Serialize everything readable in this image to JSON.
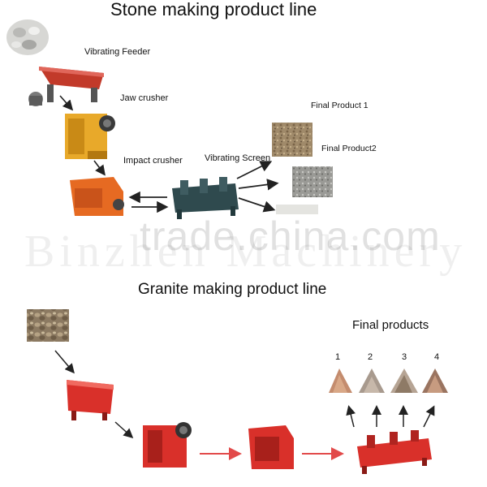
{
  "stone_line": {
    "title": "Stone making product line",
    "steps": {
      "feeder": "Vibrating Feeder",
      "jaw": "Jaw crusher",
      "impact": "Impact crusher",
      "screen": "Vibrating Screen",
      "final1": "Final Product 1",
      "final2": "Final Product2"
    }
  },
  "watermark": {
    "main": "trade.china.com",
    "background": "Binzhen Machinery"
  },
  "granite_line": {
    "title": "Granite making product line",
    "final_title": "Final products",
    "final_numbers": [
      "1",
      "2",
      "3",
      "4"
    ]
  },
  "colors": {
    "machine_red": "#d9302a",
    "machine_yellow": "#e8a92a",
    "machine_orange": "#e66a22",
    "machine_dark": "#2f4a4e",
    "arrow_red": "#e24a4a",
    "arrow_dark": "#222222"
  }
}
